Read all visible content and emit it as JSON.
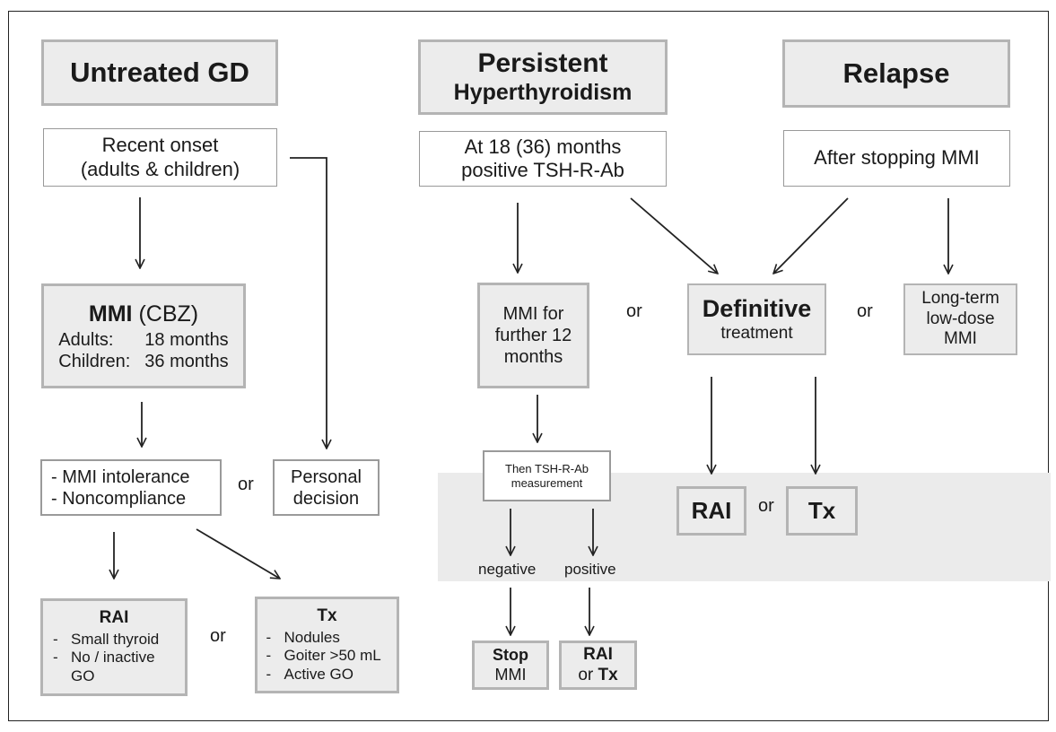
{
  "headers": {
    "untreated": "Untreated GD",
    "persistent_line1": "Persistent",
    "persistent_line2": "Hyperthyroidism",
    "relapse": "Relapse"
  },
  "untreated": {
    "onset_line1": "Recent onset",
    "onset_line2": "(adults & children)",
    "mmi_bold": "MMI",
    "mmi_paren": " (CBZ)",
    "adults_label": "Adults:",
    "adults_value": "18 months",
    "children_label": "Children:",
    "children_value": "36 months",
    "intolerance": "- MMI intolerance",
    "noncompliance": "- Noncompliance",
    "or1": "or",
    "personal_line1": "Personal",
    "personal_line2": "decision",
    "rai": {
      "title": "RAI",
      "items": [
        "Small thyroid",
        "No / inactive GO"
      ]
    },
    "or2": "or",
    "tx": {
      "title": "Tx",
      "items": [
        "Nodules",
        "Goiter >50 mL",
        "Active GO"
      ]
    }
  },
  "persistent": {
    "at_line1": "At 18 (36) months",
    "at_line2": "positive TSH-R-Ab",
    "mmi_further": [
      "MMI for",
      "further 12",
      "months"
    ],
    "or": "or",
    "then_line1": "Then TSH-R-Ab",
    "then_line2": "measurement",
    "negative": "negative",
    "positive": "positive",
    "stop_bold": "Stop",
    "stop_rest": "MMI",
    "rai_tx_line1": "RAI",
    "rai_tx_or": "or ",
    "rai_tx_bold": "Tx"
  },
  "definitive": {
    "title": "Definitive",
    "subtitle": "treatment",
    "rai": "RAI",
    "or": "or",
    "tx": "Tx"
  },
  "relapse": {
    "after": "After stopping MMI",
    "or": "or",
    "longterm": [
      "Long-term",
      "low-dose",
      "MMI"
    ]
  }
}
